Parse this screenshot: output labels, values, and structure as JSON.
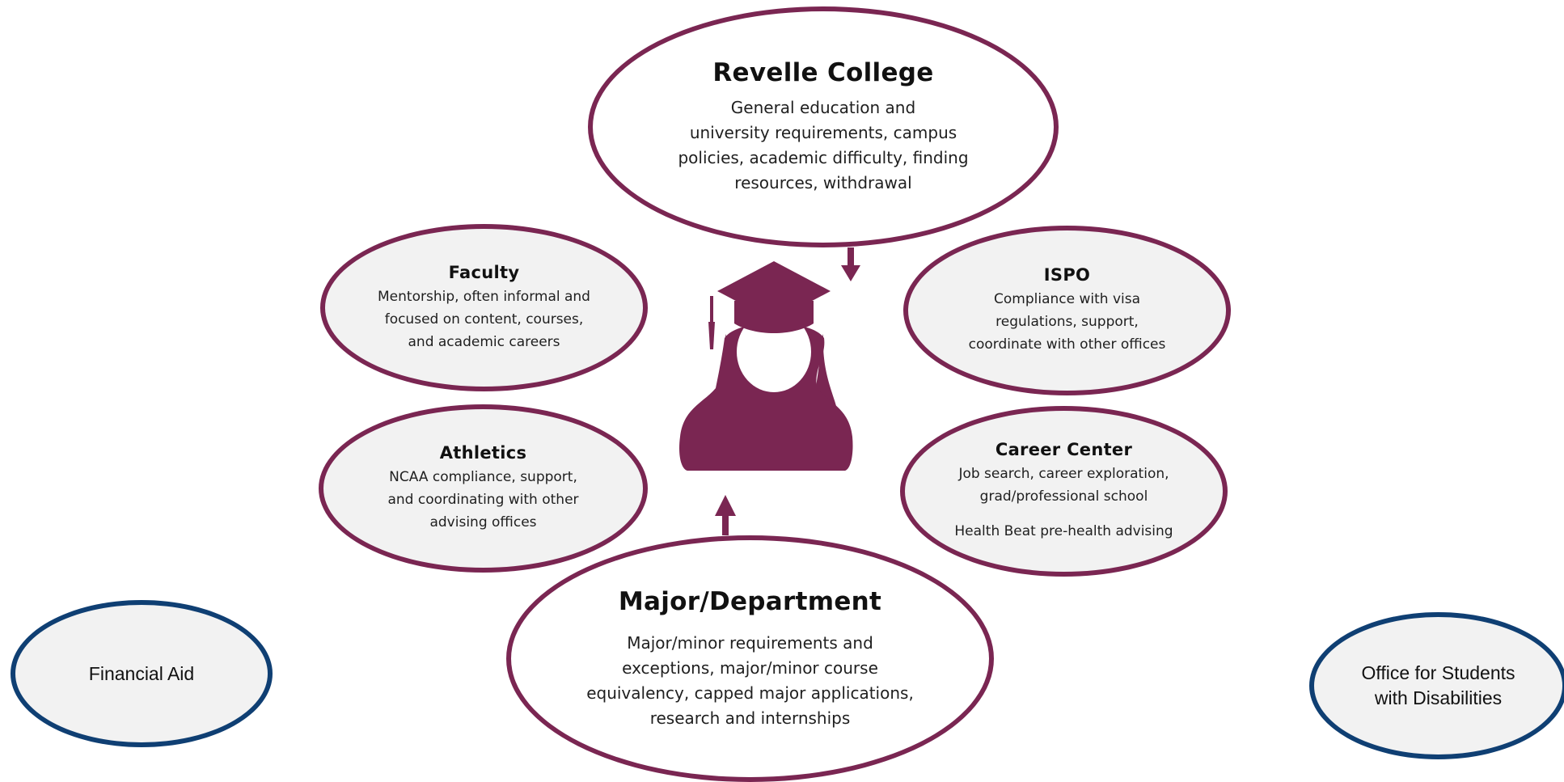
{
  "colors": {
    "accent": "#7a2652",
    "secondary": "#0f3f73",
    "node_fill": "#f2f2f2"
  },
  "icons": {
    "center": "graduate-student-icon"
  },
  "nodes": {
    "revelle": {
      "title": "Revelle College",
      "lines": [
        "General education and",
        "university requirements, campus",
        "policies, academic difficulty, finding",
        "resources, withdrawal"
      ]
    },
    "faculty": {
      "title": "Faculty",
      "lines": [
        "Mentorship, often informal and",
        "focused on content, courses,",
        "and academic careers"
      ]
    },
    "ispo": {
      "title": "ISPO",
      "lines": [
        "Compliance with visa",
        "regulations, support,",
        "coordinate with other offices"
      ]
    },
    "athletics": {
      "title": "Athletics",
      "lines": [
        "NCAA compliance, support,",
        "and coordinating with other",
        "advising offices"
      ]
    },
    "career": {
      "title": "Career Center",
      "lines": [
        "Job search, career exploration,",
        "grad/professional school"
      ],
      "extra": "Health Beat pre-health advising"
    },
    "major": {
      "title": "Major/Department",
      "lines": [
        "Major/minor requirements and",
        "exceptions, major/minor course",
        "equivalency, capped major applications,",
        "research and internships"
      ]
    },
    "financial_aid": {
      "label": "Financial Aid"
    },
    "osd": {
      "lines": [
        "Office for Students",
        "with Disabilities"
      ]
    }
  }
}
